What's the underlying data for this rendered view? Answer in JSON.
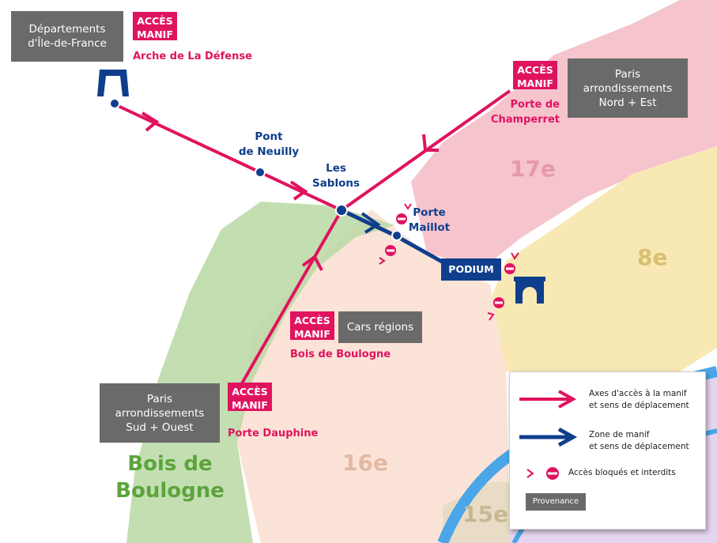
{
  "colors": {
    "access_red": "#e0135f",
    "demo_blue": "#0f3e8c",
    "origin_gray": "#6a6a6a",
    "bois_green": "#5ca43c",
    "arr17_pink": "#f5c4cc",
    "arr8_yellow": "#f8e8b4",
    "arr16_beige": "#fbe3d7",
    "arr15_purple": "#e6d5f0",
    "seine_blue": "#4aa6e6"
  },
  "origins": {
    "idf": "Départements\nd'Île-de-France",
    "nord_est": "Paris\narrondissements\nNord + Est",
    "regions": "Cars régions",
    "sud_ouest": "Paris\narrondissements\nSud + Ouest"
  },
  "acces_manif": {
    "label": "ACCÈS\nMANIF",
    "defense": "Arche de La Défense",
    "champerret": "Porte de\nChamperret",
    "bois": "Bois de Boulogne",
    "dauphine": "Porte Dauphine"
  },
  "stations": {
    "neuilly": "Pont\nde Neuilly",
    "sablons": "Les\nSablons",
    "maillot": "Porte\nMaillot"
  },
  "podium": "PODIUM",
  "districts": {
    "a17": "17e",
    "a8": "8e",
    "a16": "16e",
    "a15": "15e"
  },
  "bois_label": "Bois de\nBoulogne",
  "legend": {
    "access": "Axes d'accès à la manif\net sens de déplacement",
    "zone": "Zone de manif\net sens de déplacement",
    "blocked": "Accès bloqués et interdits",
    "provenance": "Provenance"
  },
  "icons": {
    "defense": "grande-arche-icon",
    "arc": "arc-de-triomphe-icon",
    "no_entry": "no-entry-icon",
    "arrow": "chevron-arrow-icon"
  }
}
